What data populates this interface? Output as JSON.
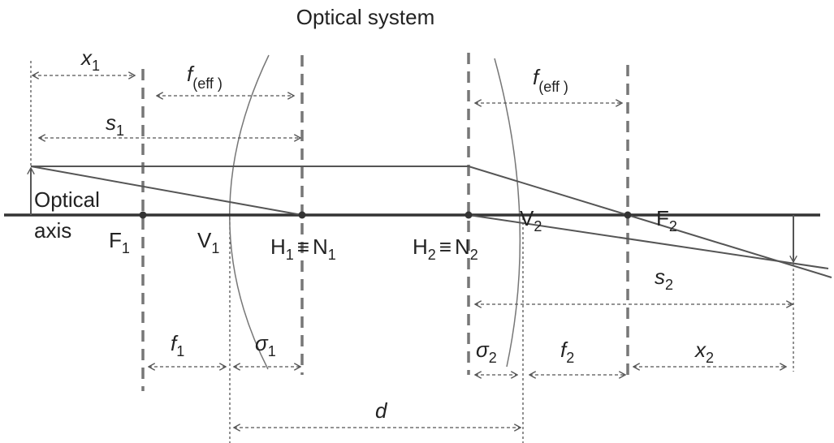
{
  "title": "Optical system",
  "axis_label": {
    "line1": "Optical",
    "line2": "axis"
  },
  "points": {
    "F1": {
      "base": "F",
      "sub": "1"
    },
    "V1": {
      "base": "V",
      "sub": "1"
    },
    "H1": {
      "base": "H",
      "sub": "1",
      "equiv": "≡",
      "base2": "N",
      "sub2": "1"
    },
    "H2": {
      "base": "H",
      "sub": "2",
      "equiv": "≡",
      "base2": "N",
      "sub2": "2"
    },
    "V2": {
      "base": "V",
      "sub": "2"
    },
    "F2": {
      "base": "F",
      "sub": "2"
    }
  },
  "dimensions": {
    "x1": {
      "base": "x",
      "sub": "1"
    },
    "feff_left": {
      "base": "f",
      "sub": "(eff )"
    },
    "s1": {
      "base": "s",
      "sub": "1"
    },
    "feff_right": {
      "base": "f",
      "sub": "(eff )"
    },
    "s2": {
      "base": "s",
      "sub": "2"
    },
    "f1": {
      "base": "f",
      "sub": "1"
    },
    "sigma1": {
      "base": "σ",
      "sub": "1"
    },
    "sigma2": {
      "base": "σ",
      "sub": "2"
    },
    "f2": {
      "base": "f",
      "sub": "2"
    },
    "x2": {
      "base": "x",
      "sub": "2"
    },
    "d": {
      "base": "d"
    }
  }
}
